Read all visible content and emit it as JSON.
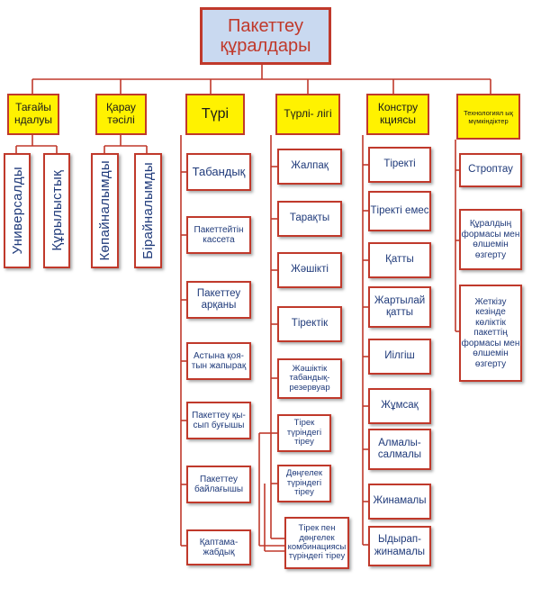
{
  "root": "Пакеттеу құралдары",
  "categories": [
    {
      "label": "Тағайы ндалуы"
    },
    {
      "label": "Қарау тәсілі"
    },
    {
      "label": "Түрі"
    },
    {
      "label": "Түрлі- лігі"
    },
    {
      "label": "Констру кциясы"
    },
    {
      "label": "Технологиял ық мүмкіндіктер"
    }
  ],
  "col1": [
    "Универсалды",
    "Құрылыстық"
  ],
  "col2": [
    "Көпайналымды",
    "Бірайналымды"
  ],
  "col3": [
    "Табандық",
    "Пакеттейтін кассета",
    "Пакеттеу арқаны",
    "Астына қоя- тын жапырақ",
    "Пакеттеу қы- сып буғышы",
    "Пакеттеу байлағышы",
    "Қаптама- жабдық"
  ],
  "col4": [
    "Жалпақ",
    "Тарақты",
    "Жәшікті",
    "Тіректік",
    "Жәшіктік табандық- резервуар",
    "Тірек түріндегі тіреу",
    "Дөңгелек түріндегі тіреу",
    "Тірек пен дөңгелек комбинациясы түріндегі тіреу"
  ],
  "col5": [
    "Тіректі",
    "Тіректі емес",
    "Қатты",
    "Жартылай қатты",
    "Иілгіш",
    "Жұмсақ",
    "Алмалы- салмалы",
    "Жинамалы",
    "Ыдырап- жинамалы"
  ],
  "col6": [
    "Строптау",
    "Құралдың формасы мен өлшемін өзгерту",
    "Жеткізу кезінде көліктік пакеттің формасы мен өлшемін өзгерту"
  ],
  "colors": {
    "line": "#c0392b",
    "root_fill": "#c9d9f0",
    "cat_fill": "#fff200",
    "text": "#1f3a7a"
  }
}
